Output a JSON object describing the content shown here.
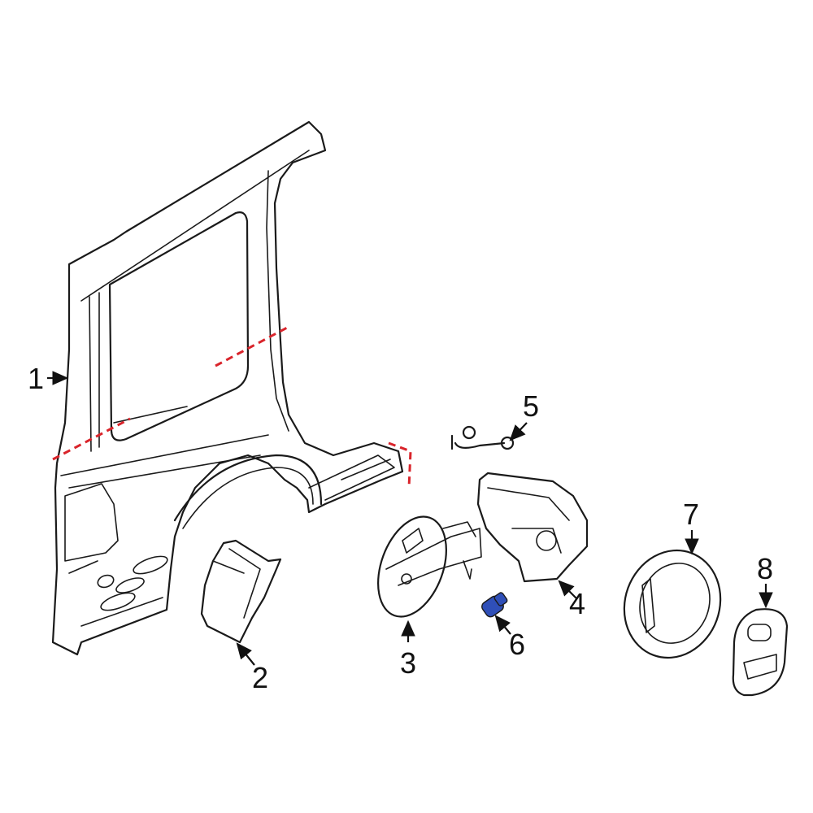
{
  "callouts": {
    "c1": "1",
    "c2": "2",
    "c3": "3",
    "c4": "4",
    "c5": "5",
    "c6": "6",
    "c7": "7",
    "c8": "8"
  },
  "colors": {
    "line": "#1a1a1a",
    "cut_line": "#d9242b",
    "highlight_part": "#2f4fb8",
    "background": "#ffffff"
  }
}
